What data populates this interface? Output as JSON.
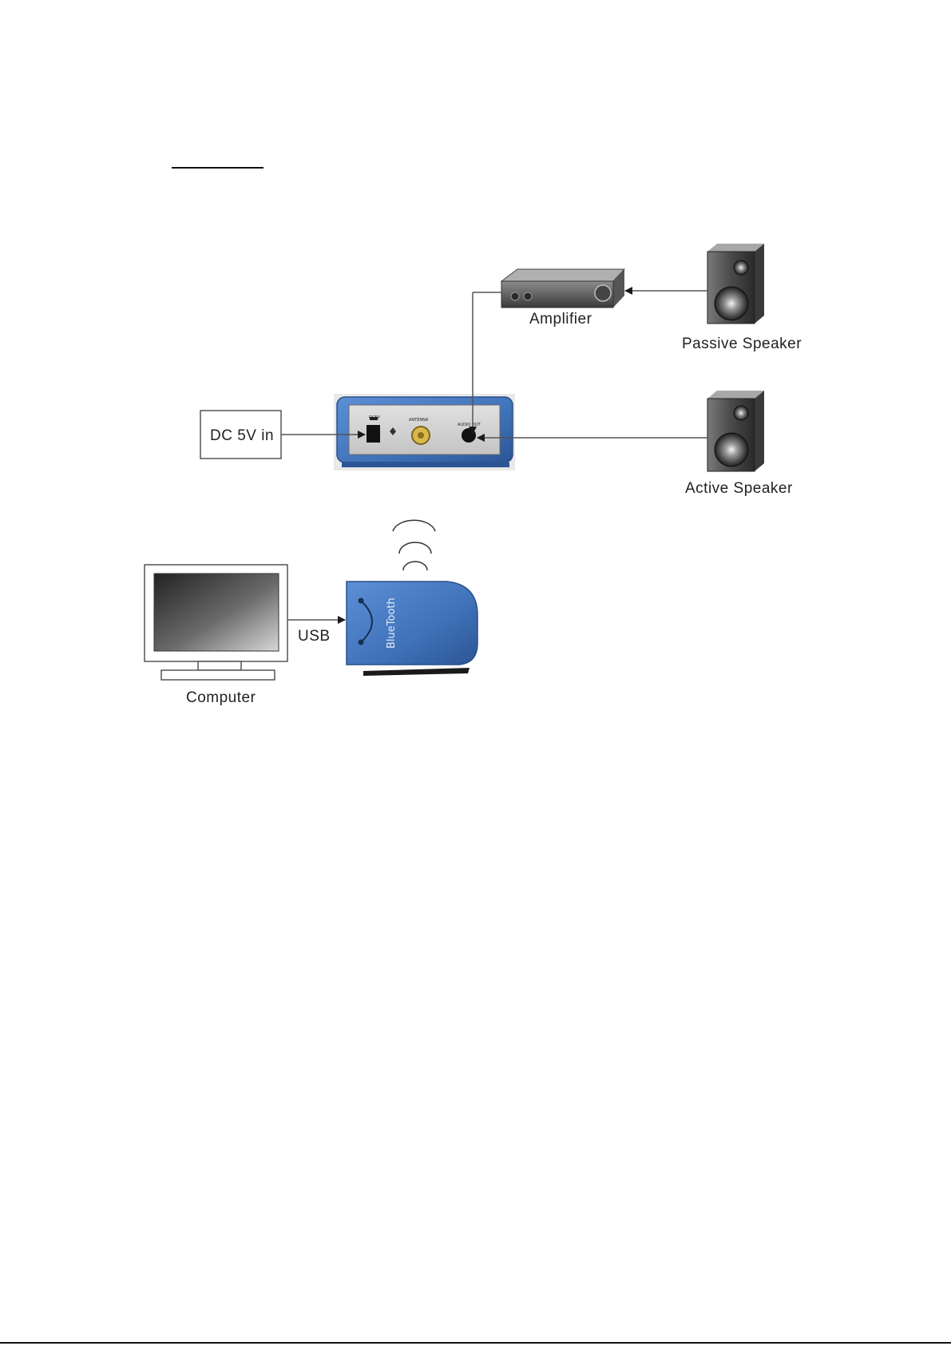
{
  "labels": {
    "amplifier": "Amplifier",
    "passive_speaker": "Passive Speaker",
    "active_speaker": "Active Speaker",
    "dc_in": "DC 5V in",
    "usb": "USB",
    "computer": "Computer"
  },
  "icons": {
    "amplifier": "amplifier-icon",
    "passive_speaker": "speaker-icon",
    "active_speaker": "speaker-icon",
    "receiver": "bluetooth-receiver-icon",
    "dongle": "bluetooth-dongle-icon",
    "computer": "monitor-icon",
    "wireless": "wireless-signal-icon"
  },
  "colors": {
    "device_blue": "#3f72b8",
    "line": "#555555",
    "arrow": "#1a1a1a"
  }
}
